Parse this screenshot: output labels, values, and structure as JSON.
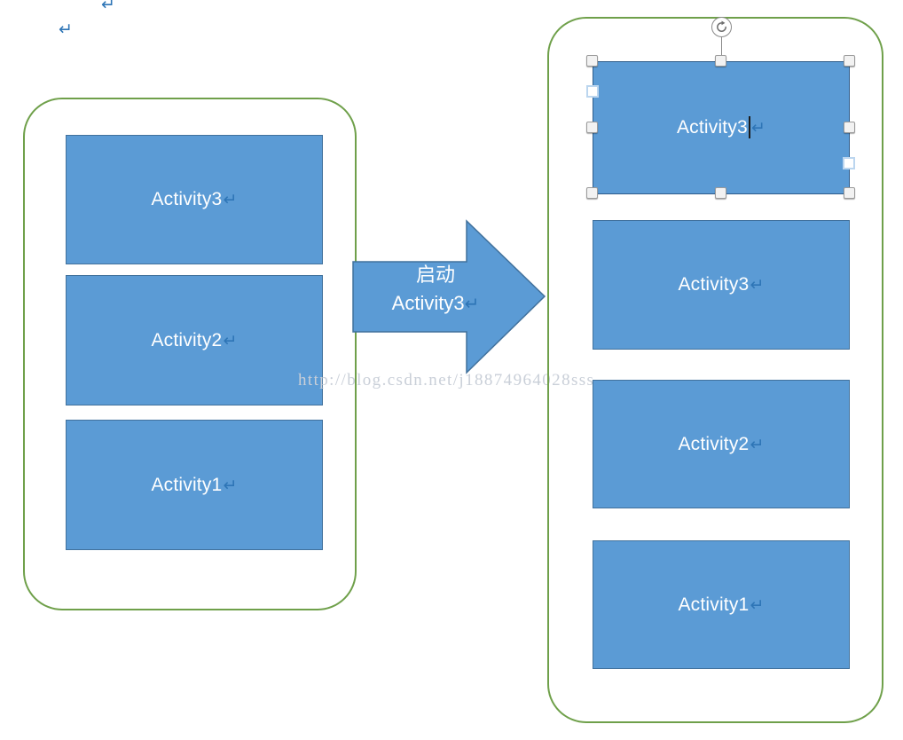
{
  "colors": {
    "shape_fill": "#5b9bd5",
    "shape_border": "#41719c",
    "phone_border": "#6fa04a",
    "pilcrow_blue": "#2e75b6",
    "handle_fill": "#f2f2f2",
    "handle_border": "#9b9b9b",
    "adjust_handle_border": "#bcd6ef",
    "watermark": "#c9cfd8",
    "canvas_background": "#ffffff"
  },
  "paragraph_marks": [
    {
      "name": "pmark-1",
      "glyph": "↵"
    },
    {
      "name": "pmark-2",
      "glyph": "↵"
    }
  ],
  "pilcrow_glyph": "↵",
  "left_phone": {
    "name": "phone-frame-left",
    "activities": [
      {
        "label": "Activity3",
        "mark": "↵"
      },
      {
        "label": "Activity2",
        "mark": "↵"
      },
      {
        "label": "Activity1",
        "mark": "↵"
      }
    ]
  },
  "right_phone": {
    "name": "phone-frame-right",
    "activities": [
      {
        "label": "Activity3",
        "mark": "↵",
        "selected": true
      },
      {
        "label": "Activity3",
        "mark": "↵",
        "selected": false
      },
      {
        "label": "Activity2",
        "mark": "↵",
        "selected": false
      },
      {
        "label": "Activity1",
        "mark": "↵",
        "selected": false
      }
    ]
  },
  "arrow": {
    "name": "process-arrow",
    "line1": "启动",
    "line2": "Activity3",
    "line2_mark": "↵"
  },
  "selection": {
    "rotation_icon": "rotate-icon",
    "handle_count": 8,
    "adjust_handle_count": 2,
    "caret_visible": true
  },
  "watermark": {
    "text": "http://blog.csdn.net/j18874964028sss"
  }
}
